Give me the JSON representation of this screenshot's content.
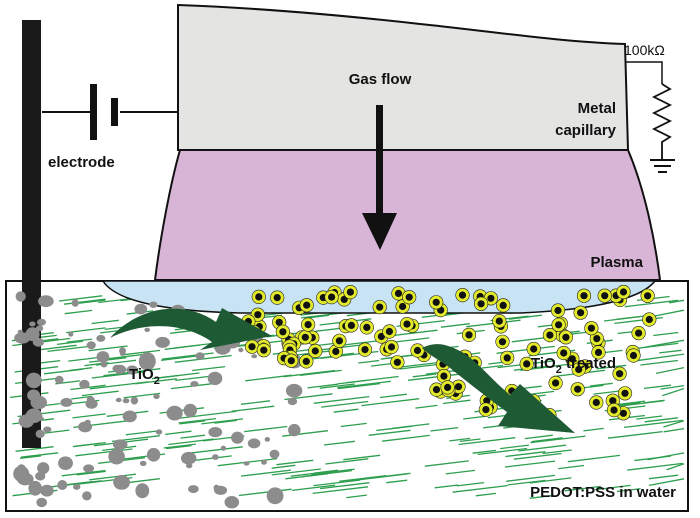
{
  "labels": {
    "gas_flow": "Gas flow",
    "metal_capillary_line1": "Metal",
    "metal_capillary_line2": "capillary",
    "resistor": "100kΩ",
    "electrode": "electrode",
    "plasma": "Plasma",
    "tio2_base": "TiO",
    "tio2_sub": "2",
    "tio2_treated_base": "TiO",
    "tio2_treated_sub": "2",
    "tio2_treated_rest": " treated",
    "solution": "PEDOT:PSS in water"
  },
  "colors": {
    "capillary_fill": "#e4e4e2",
    "plasma_fill": "#d8b5d7",
    "interface_fill": "#c8e3f3",
    "fiber_green": "#2e9e4f",
    "particle_gray": "#8c8c8c",
    "treated_ring": "#e2ea2b",
    "treated_core": "#111111",
    "flow_arrow": "#1e5a34",
    "electrode": "#1a1a1a"
  },
  "icons": [
    "battery-icon",
    "resistor-icon",
    "ground-icon",
    "gas-flow-arrow-icon"
  ]
}
